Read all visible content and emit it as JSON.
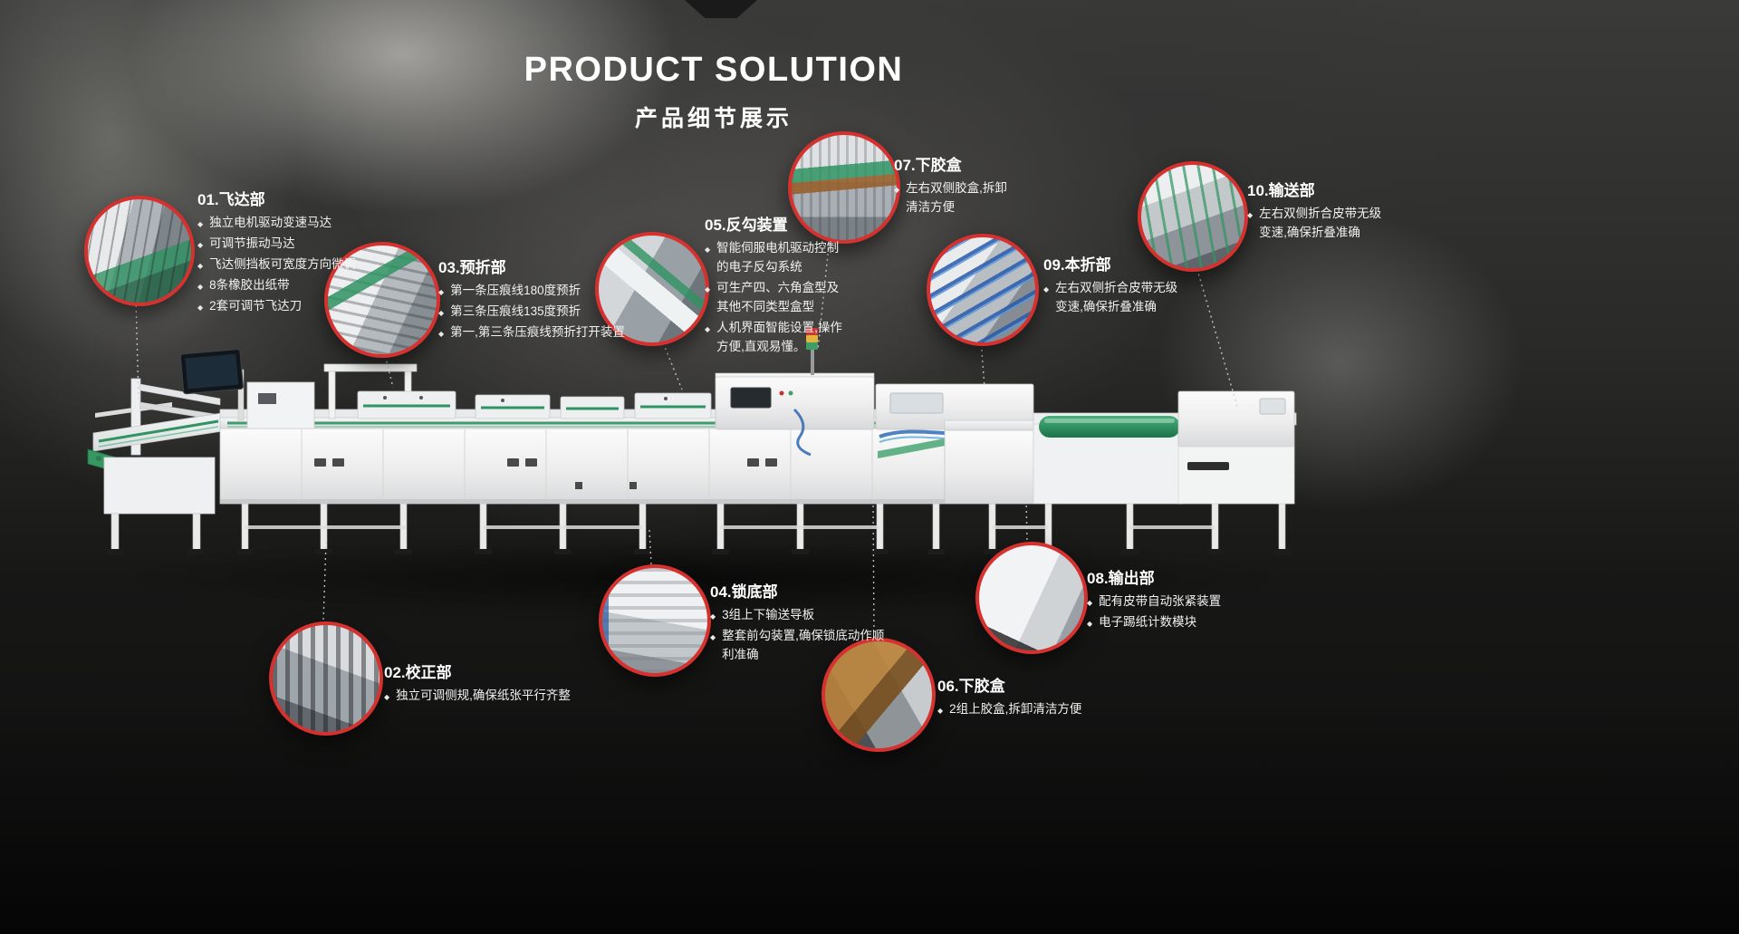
{
  "page": {
    "title": "PRODUCT SOLUTION",
    "subtitle": "产品细节展示"
  },
  "glyphs": {
    "bullet": "◆"
  },
  "colors": {
    "ring_red": "#d5322f",
    "belt_green": "#2f9362",
    "page_background": "#141414"
  },
  "callouts": [
    {
      "id": "01",
      "title": "01.飞达部",
      "bullets": [
        "独立电机驱动变速马达",
        "可调节振动马达",
        "飞达侧挡板可宽度方向微调",
        "8条橡胶出纸带",
        "2套可调节飞达刀"
      ]
    },
    {
      "id": "02",
      "title": "02.校正部",
      "bullets": [
        "独立可调侧规,确保纸张平行齐整"
      ]
    },
    {
      "id": "03",
      "title": "03.预折部",
      "bullets": [
        "第一条压痕线180度预折",
        "第三条压痕线135度预折",
        "第一,第三条压痕线预折打开装置"
      ]
    },
    {
      "id": "04",
      "title": "04.锁底部",
      "bullets": [
        "3组上下输送导板",
        "整套前勾装置,确保锁底动作顺利准确"
      ]
    },
    {
      "id": "05",
      "title": "05.反勾装置",
      "bullets": [
        "智能伺服电机驱动控制的电子反勾系统",
        "可生产四、六角盒型及其他不同类型盒型",
        "人机界面智能设置,操作方便,直观易懂。"
      ]
    },
    {
      "id": "06",
      "title": "06.下胶盒",
      "bullets": [
        "2组上胶盒,拆卸清洁方便"
      ]
    },
    {
      "id": "07",
      "title": "07.下胶盒",
      "bullets": [
        "左右双侧胶盒,拆卸清洁方便"
      ]
    },
    {
      "id": "08",
      "title": "08.输出部",
      "bullets": [
        "配有皮带自动张紧装置",
        "电子踢纸计数模块"
      ]
    },
    {
      "id": "09",
      "title": "09.本折部",
      "bullets": [
        "左右双侧折合皮带无级变速,确保折叠准确"
      ]
    },
    {
      "id": "10",
      "title": "10.输送部",
      "bullets": [
        "左右双侧折合皮带无级变速,确保折叠准确"
      ]
    }
  ]
}
